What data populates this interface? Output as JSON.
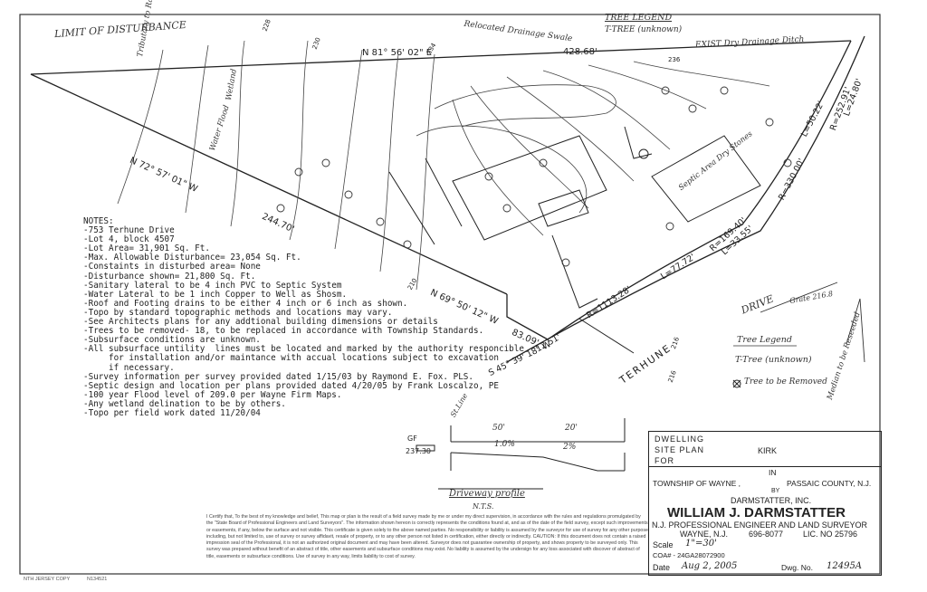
{
  "plan": {
    "limit_of_disturbance": "LIMIT OF DISTURBANCE",
    "bearing_north": "N 81° 56' 02\" E",
    "distance_north": "428.68'",
    "bearing_west": "N 72° 57' 01\" W",
    "distance_west": "244.70'",
    "bearing_south": "N 69° 50' 12\" W",
    "distance_south": "83.09'",
    "bearing_road": "S 45° 39' 18\" W",
    "distance_road": "12.51'",
    "curve_r1": "R=1113.28'",
    "curve_l1": "L=77.72'",
    "curve_r2": "R=169.40'",
    "curve_l2": "L=33.55'",
    "curve_r3": "R=330.00'",
    "curve_l3": "L=50.22'",
    "curve_r4": "R=252.91'",
    "curve_l4": "L=24.80'",
    "relocated_swale": "Relocated Drainage Swale",
    "tree_legend_top_title": "TREE LEGEND",
    "tree_legend_top_item": "T-TREE (unknown)",
    "existing_ditch": "EXIST Dry Drainage Ditch",
    "tributary": "Tributary to Ramapo River",
    "wetland": "Wetland",
    "water_flood": "Water Flood",
    "septic_area": "Septic Area Dry Stones",
    "drive": "DRIVE",
    "drive_elev": "Grate 216.8",
    "terhune": "TERHUNE",
    "terhune_num": "216",
    "tree_legend_title": "Tree Legend",
    "tree_legend_item": "T-Tree (unknown)",
    "tree_remove": "Tree to be Removed",
    "median": "Median to be Reseeded",
    "profile_caption": "Driveway profile",
    "profile_nts": "N.T.S.",
    "profile_gf": "GF",
    "profile_gf_elev": "237.30",
    "profile_grade1": "1.0%",
    "profile_grade2": "2%",
    "profile_dim1": "50'",
    "profile_dim2": "20'",
    "profile_st_line": "St.Line",
    "elev_1": "228",
    "elev_2": "236",
    "elev_3": "230",
    "elev_4": "234",
    "elev_5": "210",
    "elev_6": "216"
  },
  "notes": {
    "title": "NOTES:",
    "lines": [
      "-753 Terhune Drive",
      "-Lot 4, block 4507",
      "-Lot Area= 31,901 Sq. Ft.",
      "-Max. Allowable Disturbance= 23,054 Sq. Ft.",
      "-Constaints in disturbed area= None",
      "-Disturbance shown= 21,800 Sq. Ft.",
      "-Sanitary lateral to be 4 inch PVC to Septic System",
      "-Water Lateral to be 1 inch Copper to Well as Shosm.",
      "-Roof and Footing drains to be either 4 inch or 6 inch as shown.",
      "-Topo by standard topographic methods and locations may vary.",
      "-See Architects plans for any addtional building dimensions or details",
      "-Trees to be removed- 18, to be replaced in accordance with Township Standards.",
      "-Subsurface conditions are unknown.",
      "-All subsurface untility  lines must be located and marked by the authority responcible",
      "     for installation and/or maintance with accual locations subject to excavation",
      "     if necessary.",
      "-Survey information per survey provided dated 1/15/03 by Raymond E. Fox. PLS.",
      "-Septic design and location per plans provided dated 4/20/05 by Frank Loscalzo, PE",
      "-100 year Flood level of 209.0 per Wayne Firm Maps.",
      "-Any wetland delination to be by others.",
      "-Topo per field work dated 11/20/04"
    ]
  },
  "title_block": {
    "dwelling": "DWELLING",
    "site_plan": "SITE PLAN",
    "for": "FOR",
    "owner": "KIRK",
    "in": "IN",
    "township": "TOWNSHIP OF WAYNE ,",
    "by": "BY",
    "county": "PASSAIC COUNTY, N.J.",
    "company": "DARMSTATTER, INC.",
    "name": "WILLIAM J. DARMSTATTER",
    "profession": "N.J. PROFESSIONAL ENGINEER AND LAND SURVEYOR",
    "city": "WAYNE, N.J.",
    "phone": "696-8077",
    "license": "LIC. NO 25796",
    "scale_label": "Scale",
    "scale_value": "1\"=30'",
    "coa": "COA# - 24GA28072900",
    "date_label": "Date",
    "date_value": "Aug 2, 2005",
    "dwg_label": "Dwg. No.",
    "dwg_value": "12495A"
  },
  "certification": "I Certify that, To the best of my knowledge and belief, This map or plan is the result of a field survey made by me or under my direct supervision, in accordance with the rules and regulations promulgated by the \"State Board of Professional Engineers and Land Surveyors\". The information shown hereon is correctly represents the conditions found at, and as of the date of the field survey, except such improvements or easements, if any, below the surface and not visible. This certificate is given solely to the above named parties. No responsibility or liability is assumed by the surveyor for use of survey for any other purpose including, but not limited to, use of survey or survey affidavit, resale of property, or to any other person not listed in certification, either directly or indirectly. CAUTION: If this document does not contain a raised impression seal of the Professional, it is not an authorized original document and may have been altered. Surveyor does not guarantee ownership of property, and shows property to be surveyed only. This survey was prepared without benefit of an abstract of title, other easements and subsurface conditions may exist. No liability is assumed by the undersign for any loss associated with discover of abstract of title, easements or subsurface conditions. Use of survey in any way, limits liability to cost of survey.",
  "footer": {
    "left": "NTH JERSEY COPY",
    "right": "N134521"
  }
}
